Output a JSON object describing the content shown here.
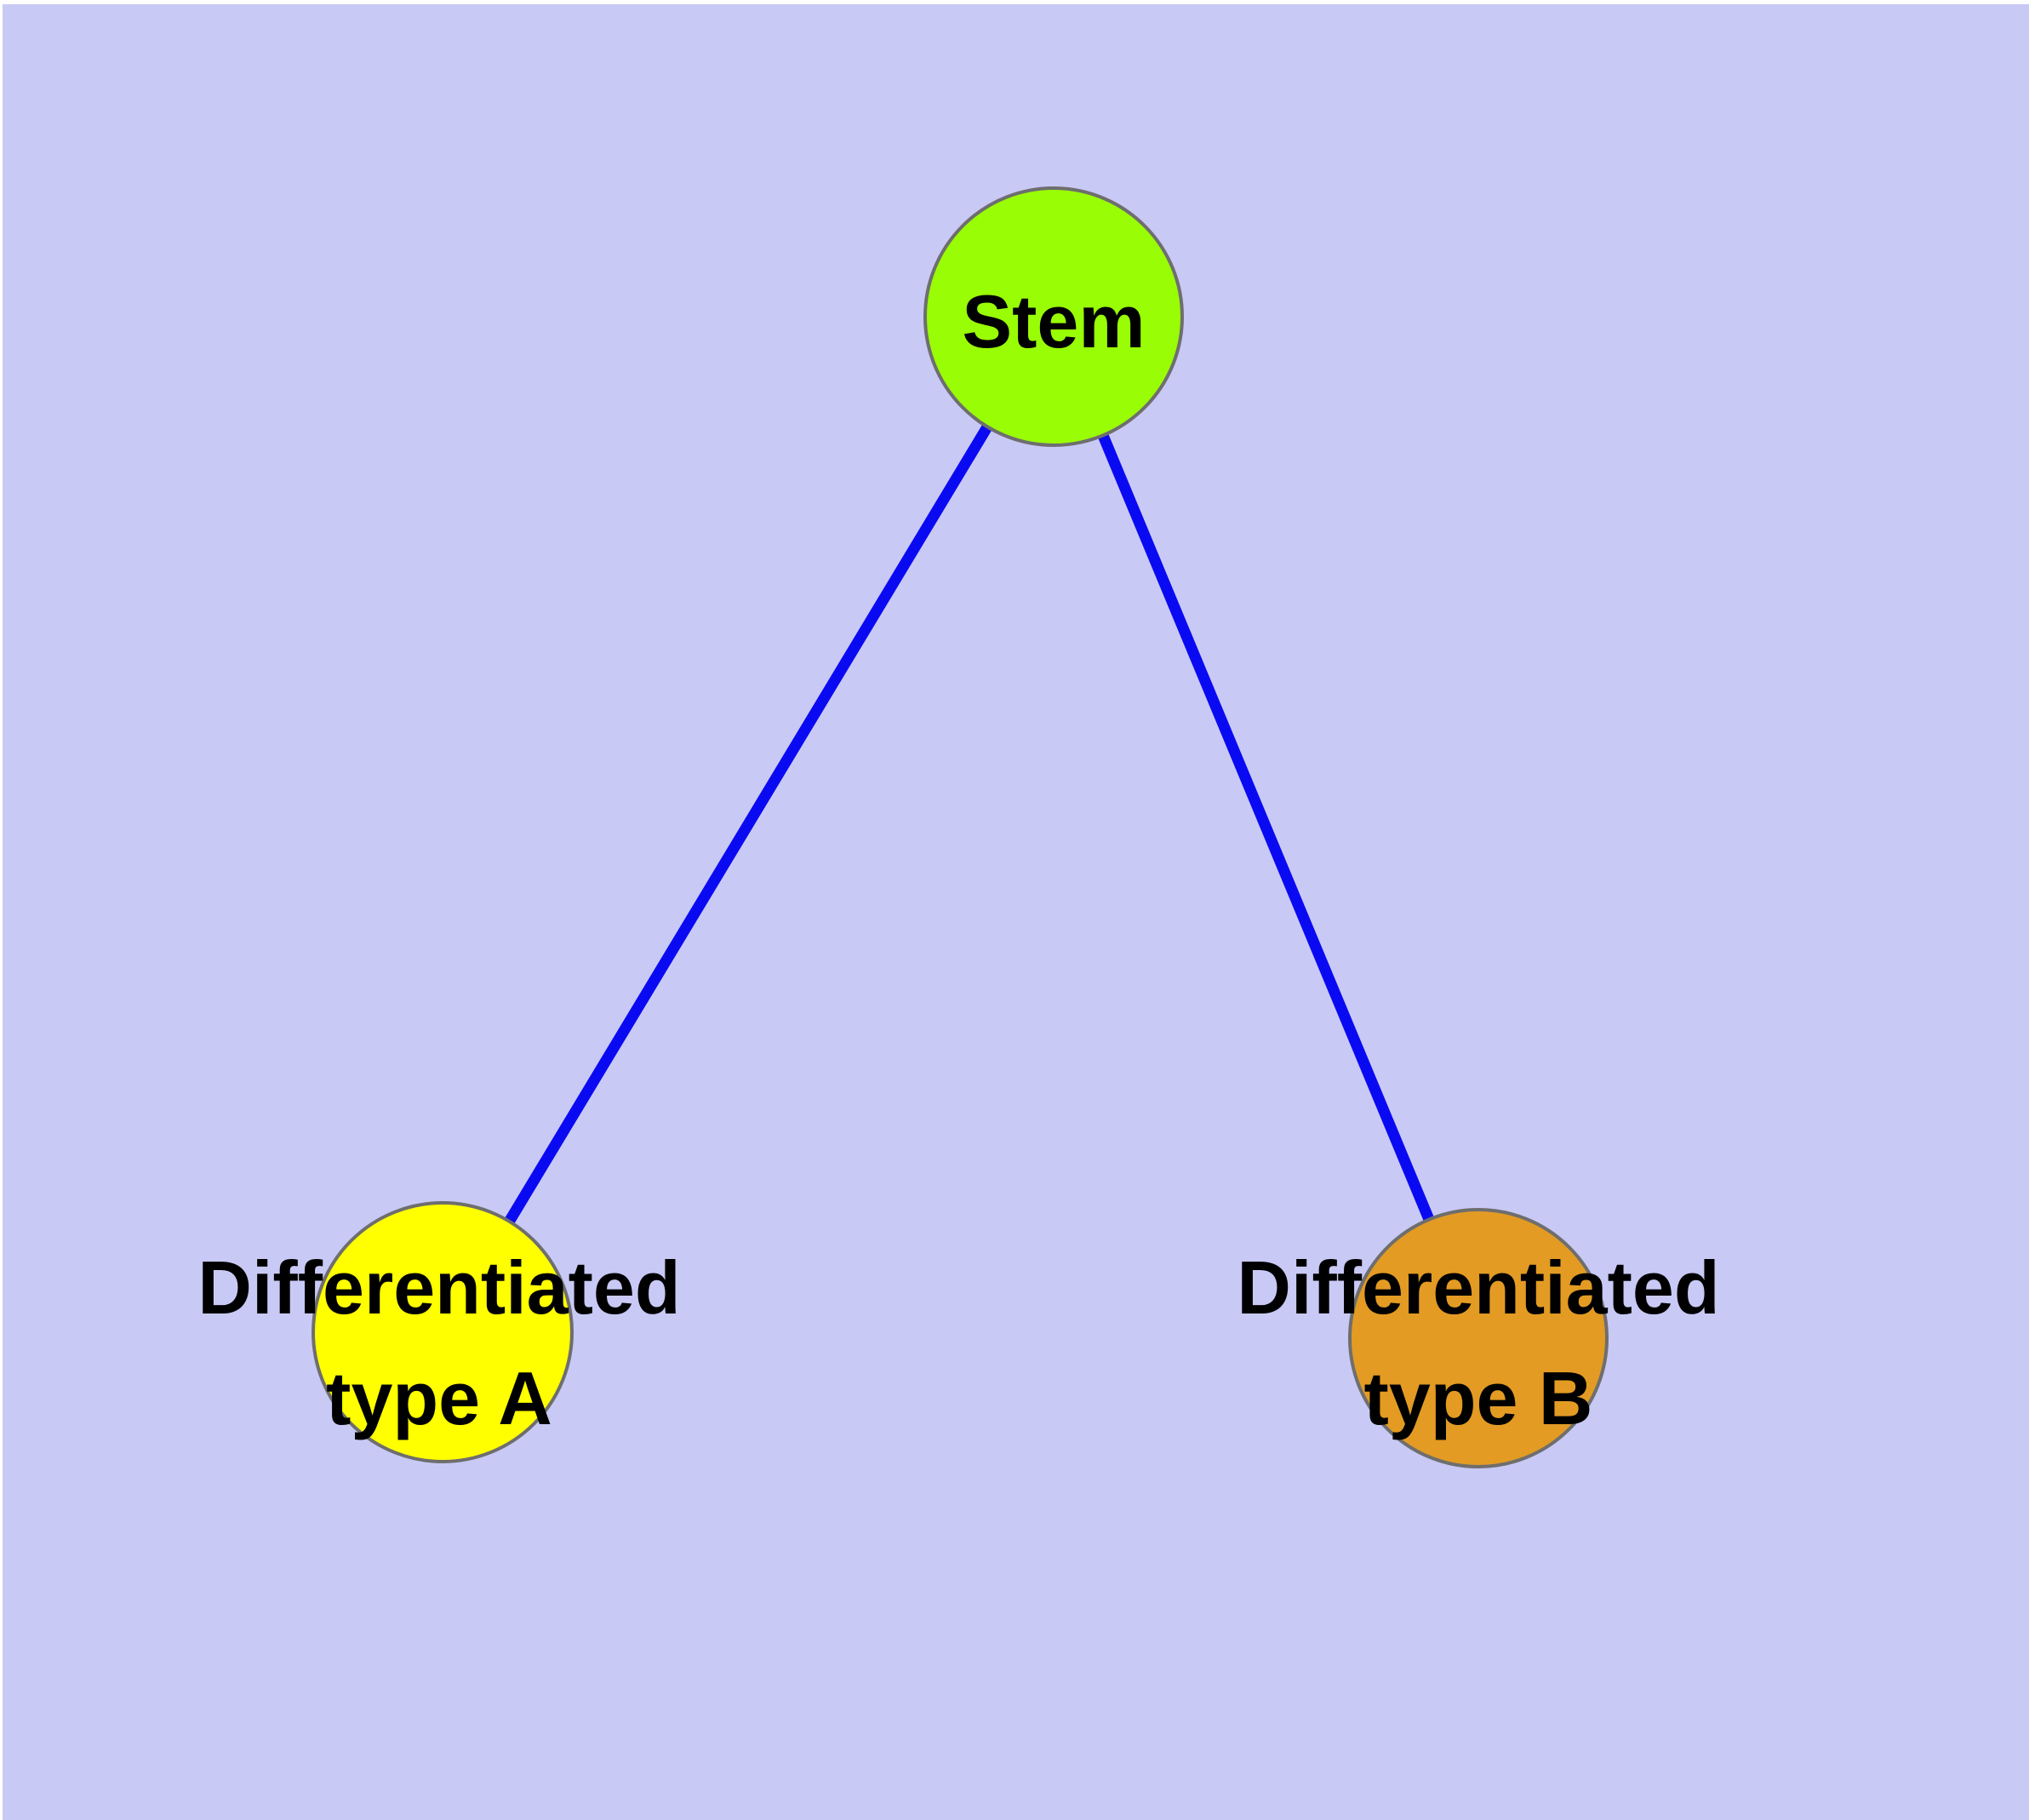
{
  "diagram": {
    "background_color": "#c9c9f6",
    "page_margin_color": "#ffffff",
    "edge_color": "#0a0af2",
    "node_border_color": "#6e6e6e",
    "label_color": "#000000",
    "nodes": [
      {
        "id": "stem",
        "label": "Stem",
        "lines": {
          "0": "Stem"
        },
        "fill": "#99fd05"
      },
      {
        "id": "diff-type-a",
        "label": "Differentiated type A",
        "lines": {
          "0": "Differentiated",
          "1": "type A"
        },
        "fill": "#ffff00"
      },
      {
        "id": "diff-type-b",
        "label": "Differentiated type B",
        "lines": {
          "0": "Differentiated",
          "1": "type B"
        },
        "fill": "#e39b23"
      }
    ],
    "edges": [
      {
        "from": "Stem",
        "to": "Differentiated type A"
      },
      {
        "from": "Stem",
        "to": "Differentiated type B"
      }
    ]
  }
}
